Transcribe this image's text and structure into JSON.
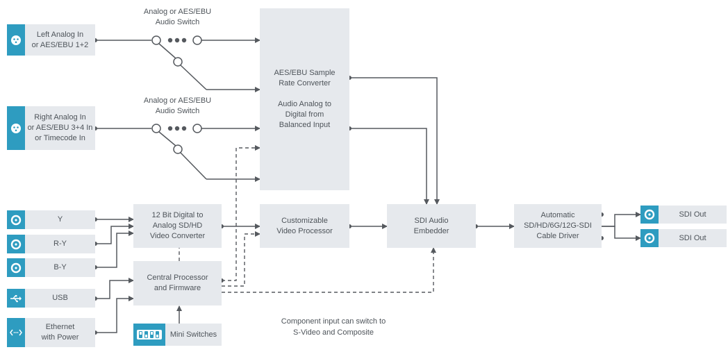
{
  "switches": {
    "top_caption": "Analog or AES/EBU\nAudio Switch",
    "middle_caption": "Analog or AES/EBU\nAudio Switch"
  },
  "inputs": {
    "left_analog": "Left Analog In\nor AES/EBU 1+2",
    "right_analog": "Right Analog In\nor AES/EBU 3+4 In\nor Timecode In",
    "y": "Y",
    "ry": "R-Y",
    "by": "B-Y",
    "usb": "USB",
    "ethernet": "Ethernet\nwith Power"
  },
  "blocks": {
    "audio_converter": "AES/EBU Sample\nRate Converter\n\nAudio Analog to\nDigital from\nBalanced Input",
    "video_converter": "12 Bit Digital to\nAnalog SD/HD\nVideo Converter",
    "central_processor": "Central Processor\nand Firmware",
    "mini_switches": "Mini Switches",
    "video_processor": "Customizable\nVideo Processor",
    "audio_embedder": "SDI Audio\nEmbedder",
    "cable_driver": "Automatic\nSD/HD/6G/12G-SDI\nCable Driver"
  },
  "outputs": {
    "sdi_out_1": "SDI Out",
    "sdi_out_2": "SDI Out"
  },
  "footnote": "Component input can switch to\nS-Video and Composite",
  "colors": {
    "accent": "#2e9cc0",
    "block_fill": "#e6e9ed",
    "line": "#55595e"
  }
}
